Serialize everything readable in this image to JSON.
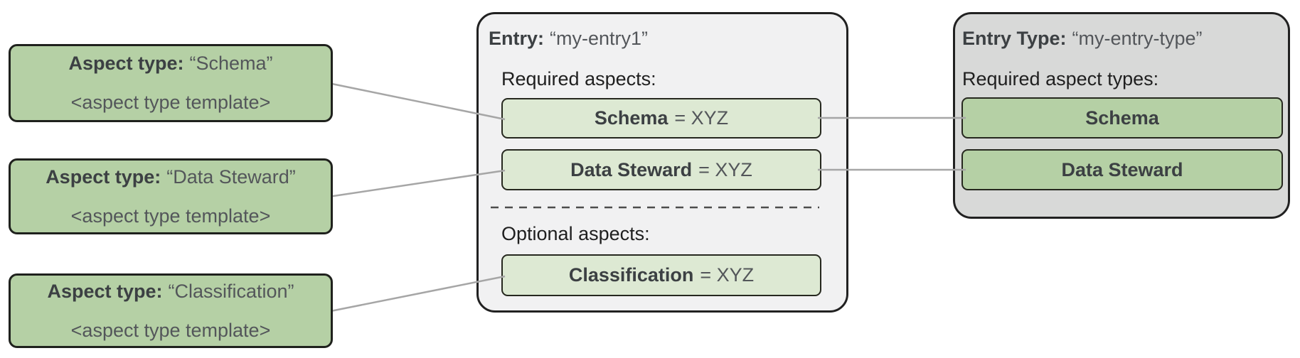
{
  "aspect_types": [
    {
      "label": "Aspect type:",
      "name": "“Schema”",
      "template": "<aspect type template>"
    },
    {
      "label": "Aspect type:",
      "name": "“Data Steward”",
      "template": "<aspect type template>"
    },
    {
      "label": "Aspect type:",
      "name": "“Classification”",
      "template": "<aspect type template>"
    }
  ],
  "entry": {
    "label": "Entry:",
    "name": "“my-entry1”",
    "required_heading": "Required aspects:",
    "required_aspects": [
      {
        "name": "Schema",
        "value": "= XYZ"
      },
      {
        "name": "Data Steward",
        "value": "= XYZ"
      }
    ],
    "optional_heading": "Optional aspects:",
    "optional_aspects": [
      {
        "name": "Classification",
        "value": "= XYZ"
      }
    ]
  },
  "entry_type": {
    "label": "Entry Type:",
    "name": "“my-entry-type”",
    "heading": "Required aspect types:",
    "aspect_types": [
      {
        "name": "Schema"
      },
      {
        "name": "Data Steward"
      }
    ]
  },
  "colors": {
    "aspect_green": "#b5d0a5",
    "aspect_green_light": "#dde9d3",
    "entry_bg": "#f1f1f2",
    "entry_type_bg": "#d8d9d8",
    "box_border": "#212121",
    "connector": "#a6a6a6",
    "divider": "#4d4d4d",
    "text_bold": "#3c4043",
    "text_gray": "#53565a",
    "text_black": "#1f1f1f"
  }
}
